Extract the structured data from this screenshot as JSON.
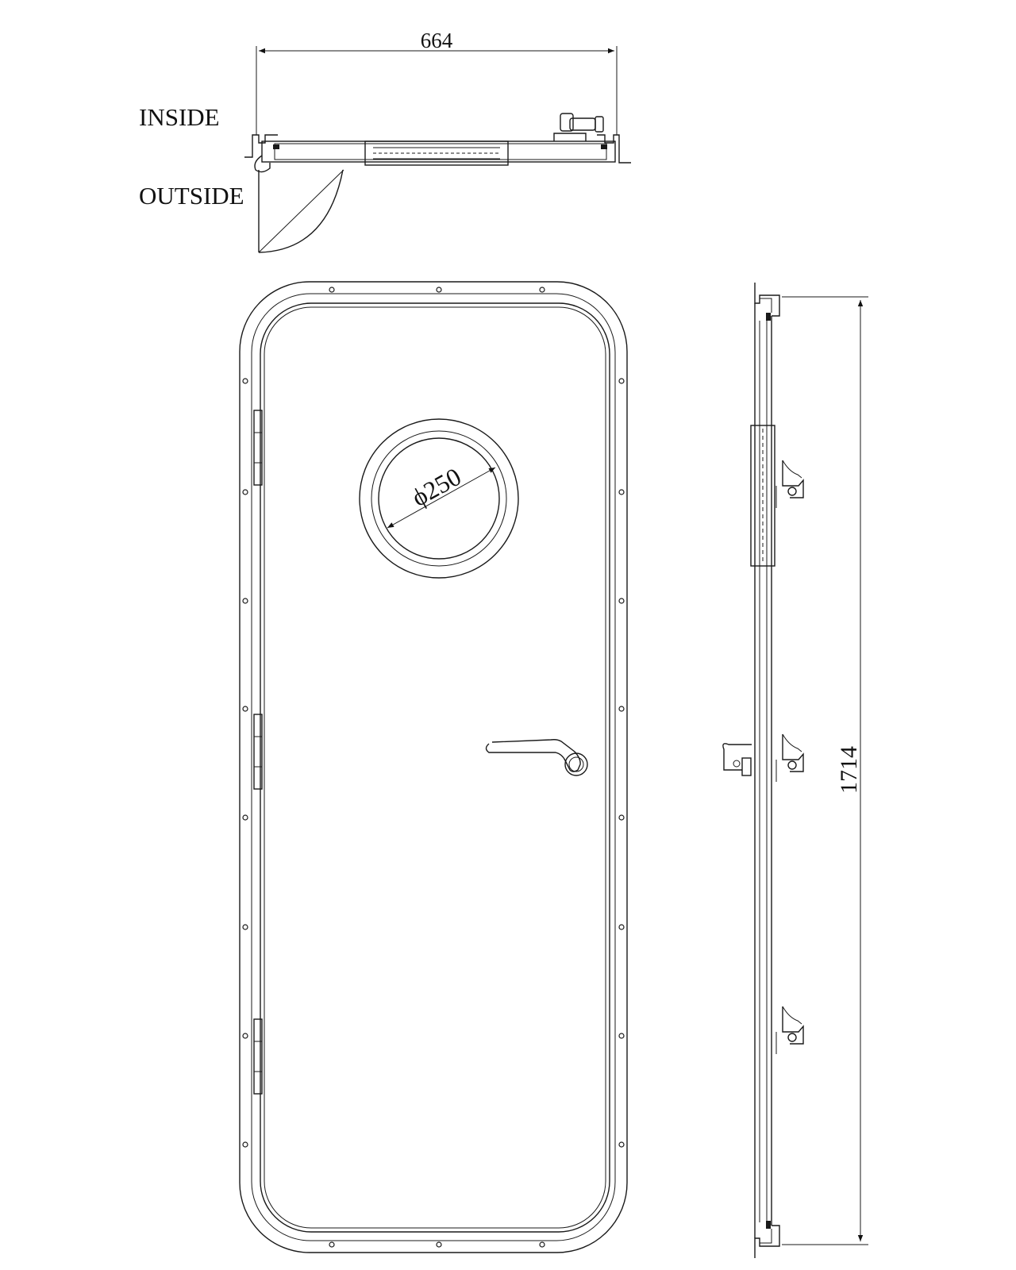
{
  "labels": {
    "width_dim": "664",
    "height_dim": "1714",
    "porthole_dim": "ϕ250",
    "inside": "INSIDE",
    "outside": "OUTSIDE"
  },
  "colors": {
    "line": "#1a1a1a",
    "background": "#ffffff"
  }
}
